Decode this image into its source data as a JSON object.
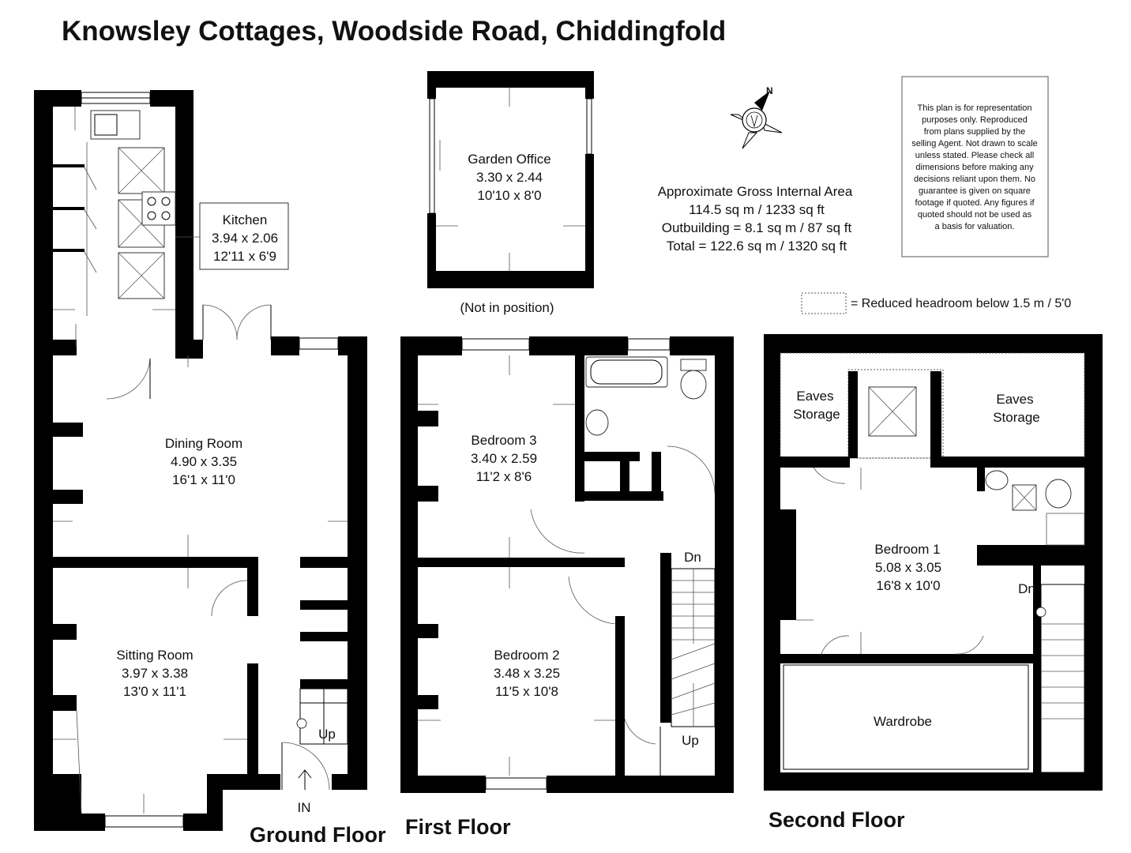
{
  "title": "Knowsley Cottages, Woodside Road, Chiddingfold",
  "floors": {
    "ground": "Ground Floor",
    "first": "First Floor",
    "second": "Second Floor"
  },
  "rooms": {
    "kitchen": {
      "name": "Kitchen",
      "metric": "3.94 x 2.06",
      "imperial": "12'11 x 6'9"
    },
    "dining": {
      "name": "Dining Room",
      "metric": "4.90 x 3.35",
      "imperial": "16'1 x 11'0"
    },
    "sitting": {
      "name": "Sitting Room",
      "metric": "3.97 x 3.38",
      "imperial": "13'0 x 11'1"
    },
    "garden_office": {
      "name": "Garden Office",
      "metric": "3.30 x 2.44",
      "imperial": "10'10 x 8'0"
    },
    "bedroom3": {
      "name": "Bedroom 3",
      "metric": "3.40 x 2.59",
      "imperial": "11'2 x 8'6"
    },
    "bedroom2": {
      "name": "Bedroom 2",
      "metric": "3.48 x 3.25",
      "imperial": "11'5 x 10'8"
    },
    "bedroom1": {
      "name": "Bedroom 1",
      "metric": "5.08 x 3.05",
      "imperial": "16'8 x 10'0"
    },
    "eaves_left": {
      "line1": "Eaves",
      "line2": "Storage"
    },
    "eaves_right": {
      "line1": "Eaves",
      "line2": "Storage"
    },
    "wardrobe": {
      "name": "Wardrobe"
    }
  },
  "labels": {
    "not_in_position": "(Not in position)",
    "in": "IN",
    "up_ground": "Up",
    "up_first": "Up",
    "dn_first": "Dn",
    "dn_second": "Dn",
    "north": "N"
  },
  "area": {
    "line1": "Approximate Gross Internal Area",
    "line2": "114.5 sq m / 1233 sq ft",
    "line3": "Outbuilding = 8.1 sq m / 87 sq ft",
    "line4": "Total = 122.6 sq m / 1320 sq ft"
  },
  "legend": {
    "text": "=  Reduced headroom below 1.5 m / 5'0"
  },
  "disclaimer": [
    "This plan is for representation",
    "purposes only. Reproduced",
    "from plans supplied by the",
    "selling Agent. Not drawn to scale",
    "unless stated. Please check all",
    "dimensions before making any",
    "decisions reliant upon them. No",
    "guarantee is given on square",
    "footage if quoted. Any figures if",
    "quoted should not be used as",
    "a basis for valuation."
  ]
}
